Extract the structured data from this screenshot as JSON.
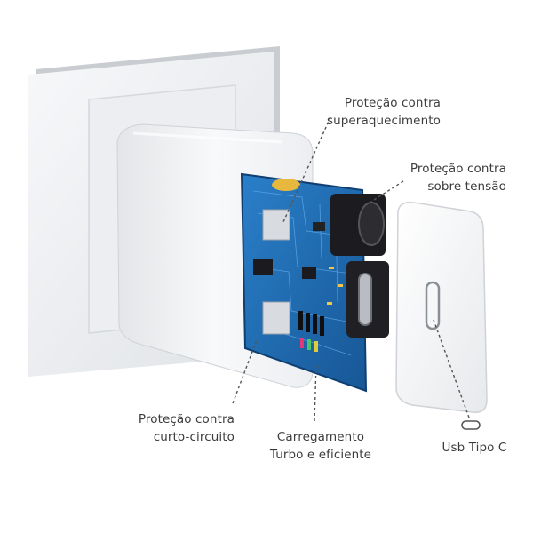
{
  "callouts": {
    "overheat": {
      "line1": "Proteção contra",
      "line2": "superaquecimento"
    },
    "overvoltage": {
      "line1": "Proteção contra",
      "line2": "sobre tensão"
    },
    "short_circuit": {
      "line1": "Proteção contra",
      "line2": "curto-circuito"
    },
    "turbo": {
      "line1": "Carregamento",
      "line2": "Turbo e eficiente"
    },
    "usb": {
      "line1": "Usb Tipo C"
    }
  },
  "colors": {
    "pcb": "#1f6fb7",
    "pcb_dark": "#17508f",
    "casing": "#f1f2f4",
    "text": "#3c3c3c",
    "leader": "#555555"
  }
}
